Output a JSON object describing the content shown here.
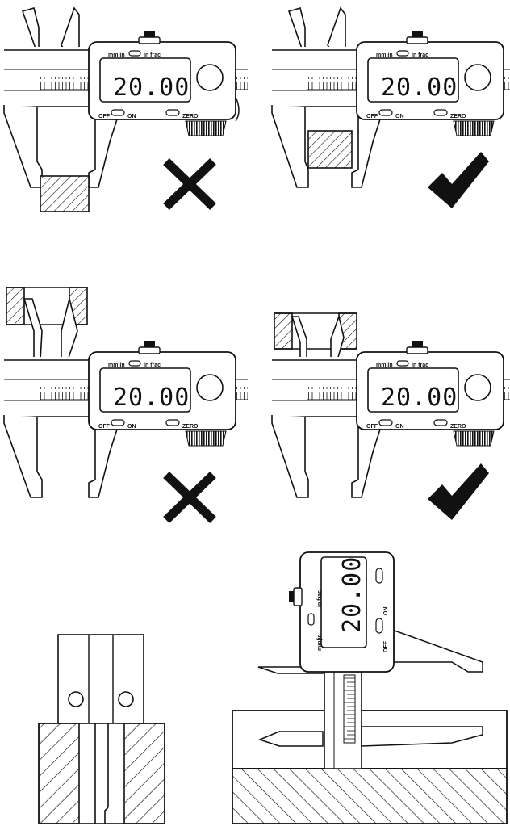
{
  "caliper": {
    "display_value": "20.00",
    "mode_label": "mm|in",
    "frac_label": "in frac",
    "off_label": "OFF",
    "on_label": "ON",
    "zero_label": "ZERO"
  },
  "colors": {
    "ink": "#111111",
    "paper": "#ffffff"
  },
  "panels": [
    {
      "measurement": "outside",
      "result": "incorrect",
      "mark_icon": "cross-mark-icon"
    },
    {
      "measurement": "outside",
      "result": "correct",
      "mark_icon": "check-mark-icon"
    },
    {
      "measurement": "inside",
      "result": "incorrect",
      "mark_icon": "cross-mark-icon"
    },
    {
      "measurement": "inside",
      "result": "correct",
      "mark_icon": "check-mark-icon"
    },
    {
      "measurement": "depth",
      "result": "illustration"
    },
    {
      "measurement": "step",
      "result": "illustration"
    }
  ]
}
